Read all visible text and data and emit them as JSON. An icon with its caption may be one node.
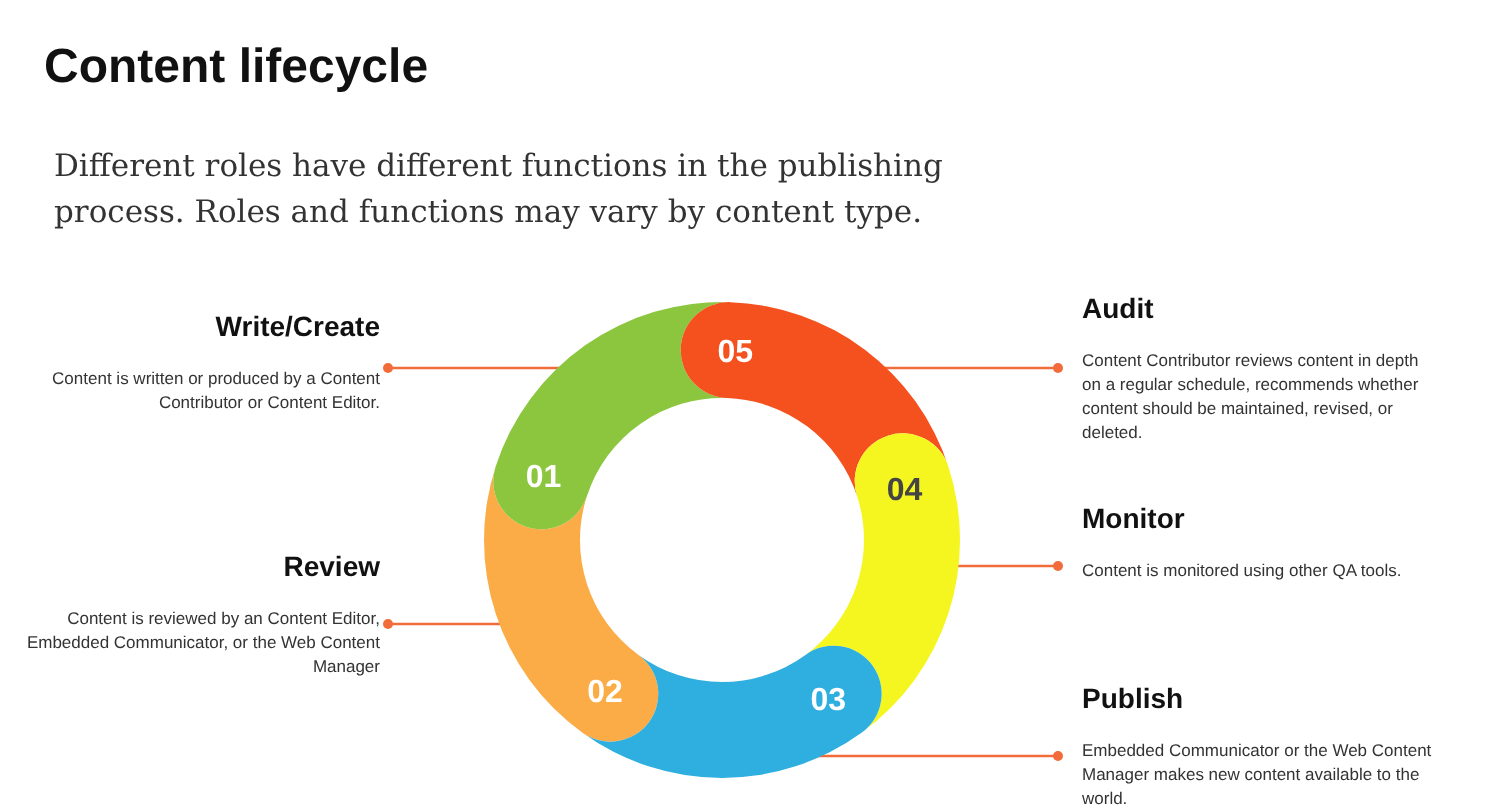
{
  "diagram": {
    "title": "Content lifecycle",
    "nodes": [
      {
        "text": [
          "Write/Create",
          "Content is written or produced by a Content Contributor or Content Editor."
        ]
      },
      {
        "text": [
          "Audit",
          "Content Contributor reviews content in depth on a regular schedule, recommends whether content should be maintained, revised, or deleted."
        ]
      },
      {
        "text": [
          "Monitor",
          "Content is monitored using other QA tools."
        ]
      },
      {
        "text": [
          "Review",
          "Content is reviewed by an Content Editor, Embedded Communicator, or the Web Content Manager"
        ]
      },
      {
        "text": [
          "Publish",
          "Embedded Communicator or the Web Content Manager makes new content available to the world."
        ]
      },
      {
        "text": [
          "01"
        ]
      },
      {
        "text": [
          "02"
        ]
      },
      {
        "text": [
          "03"
        ]
      },
      {
        "text": [
          "04"
        ]
      },
      {
        "text": [
          "05"
        ]
      }
    ],
    "edges": [
      {
        "from": 0,
        "to": 5,
        "arrow": "other"
      },
      {
        "from": 1,
        "to": 9,
        "arrow": "other"
      },
      {
        "from": 2,
        "to": 8,
        "arrow": "other"
      },
      {
        "from": 3,
        "to": 6,
        "arrow": "other"
      },
      {
        "from": 4,
        "to": 7,
        "arrow": "other"
      }
    ],
    "labels": [
      "Different roles have different functions in the publishing process. Roles and functions may vary by content type."
    ]
  }
}
